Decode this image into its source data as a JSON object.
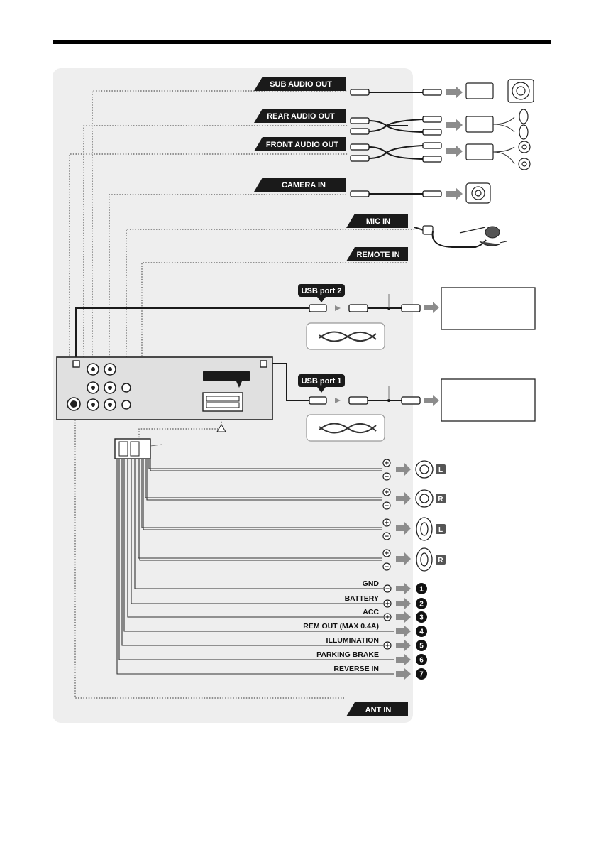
{
  "colors": {
    "panel": "#eeeeee",
    "label_bg": "#1a1a1a",
    "arrow": "#8c8c8c",
    "rule": "#000000"
  },
  "port_labels": [
    "SUB AUDIO OUT",
    "REAR AUDIO OUT",
    "FRONT AUDIO OUT",
    "CAMERA IN",
    "MIC IN",
    "REMOTE IN",
    "USB port 2",
    "USB port 1",
    "ANT IN"
  ],
  "wire_labels": [
    "GND",
    "BATTERY",
    "ACC",
    "REM OUT (MAX 0.4A)",
    "ILLUMINATION",
    "PARKING BRAKE",
    "REVERSE IN"
  ],
  "wire_numbers": [
    "1",
    "2",
    "3",
    "4",
    "5",
    "6",
    "7"
  ],
  "wire_polarity": [
    "−",
    "+",
    "+",
    "",
    "+",
    "",
    ""
  ],
  "speaker_sides": [
    "L",
    "R",
    "L",
    "R"
  ],
  "polarity": {
    "plus": "+",
    "minus": "−"
  },
  "icons": [
    "subwoofer-icon",
    "amplifier-icon",
    "camera-icon",
    "microphone-icon",
    "usb-plug-icon",
    "speaker-icon",
    "arrow-right-icon"
  ]
}
